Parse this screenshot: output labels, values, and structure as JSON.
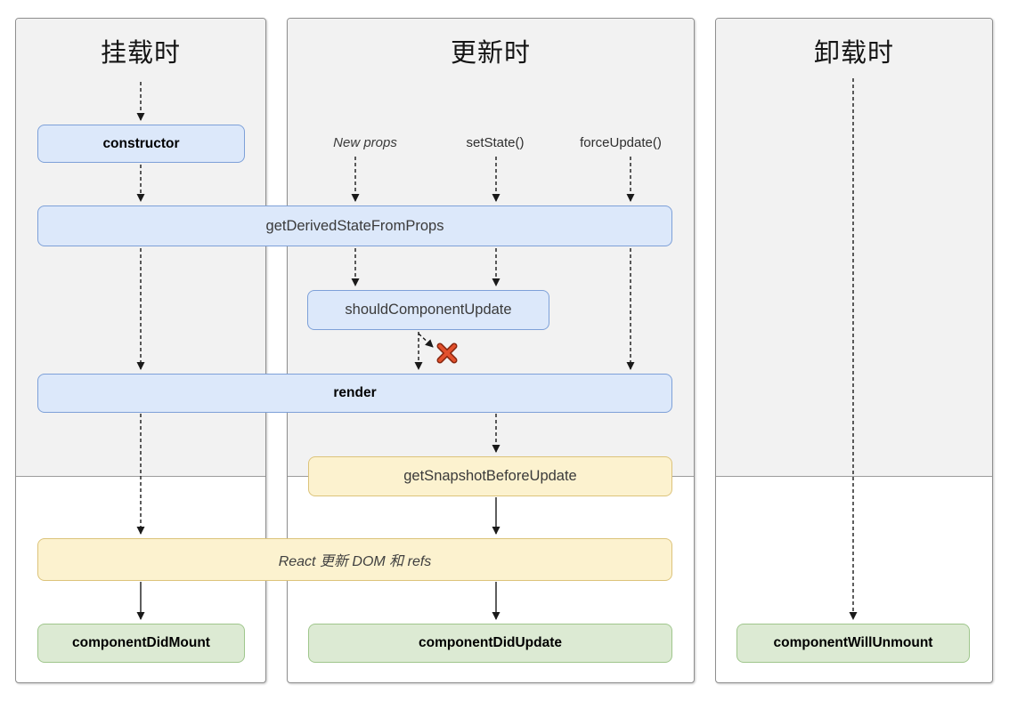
{
  "columns": [
    {
      "id": "mounting",
      "title": "挂载时"
    },
    {
      "id": "updating",
      "title": "更新时"
    },
    {
      "id": "unmounting",
      "title": "卸载时"
    }
  ],
  "triggers": {
    "new_props": "New props",
    "set_state": "setState()",
    "force_update": "forceUpdate()"
  },
  "methods": {
    "constructor": "constructor",
    "get_derived_state_from_props": "getDerivedStateFromProps",
    "should_component_update": "shouldComponentUpdate",
    "render": "render",
    "get_snapshot_before_update": "getSnapshotBeforeUpdate",
    "react_updates_dom": "React 更新 DOM 和 refs",
    "component_did_mount": "componentDidMount",
    "component_did_update": "componentDidUpdate",
    "component_will_unmount": "componentWillUnmount"
  },
  "icons": {
    "skip_render_x": "red-x-icon"
  },
  "colors": {
    "blue_fill": "#dce8fa",
    "blue_border": "#7da0d8",
    "yellow_fill": "#fcf2cf",
    "yellow_border": "#dcc37a",
    "green_fill": "#dcead3",
    "green_border": "#9fc68c",
    "panel_shade": "#f2f2f2",
    "panel_border": "#8f8f8f",
    "arrow": "#1a1a1a",
    "x_red": "#e2512d"
  }
}
